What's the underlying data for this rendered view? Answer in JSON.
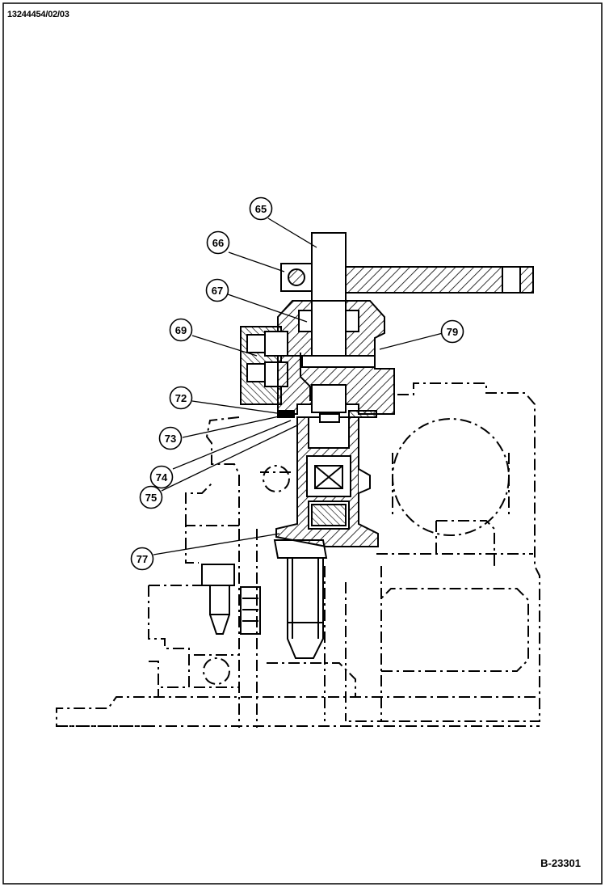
{
  "document_number": "13244454/02/03",
  "figure_number": "B-23301",
  "callouts": [
    {
      "id": "callout-65",
      "label": "65"
    },
    {
      "id": "callout-66",
      "label": "66"
    },
    {
      "id": "callout-67",
      "label": "67"
    },
    {
      "id": "callout-69",
      "label": "69"
    },
    {
      "id": "callout-72",
      "label": "72"
    },
    {
      "id": "callout-73",
      "label": "73"
    },
    {
      "id": "callout-74",
      "label": "74"
    },
    {
      "id": "callout-75",
      "label": "75"
    },
    {
      "id": "callout-77",
      "label": "77"
    },
    {
      "id": "callout-79",
      "label": "79"
    }
  ],
  "colors": {
    "line": "#000000",
    "background": "#ffffff"
  }
}
